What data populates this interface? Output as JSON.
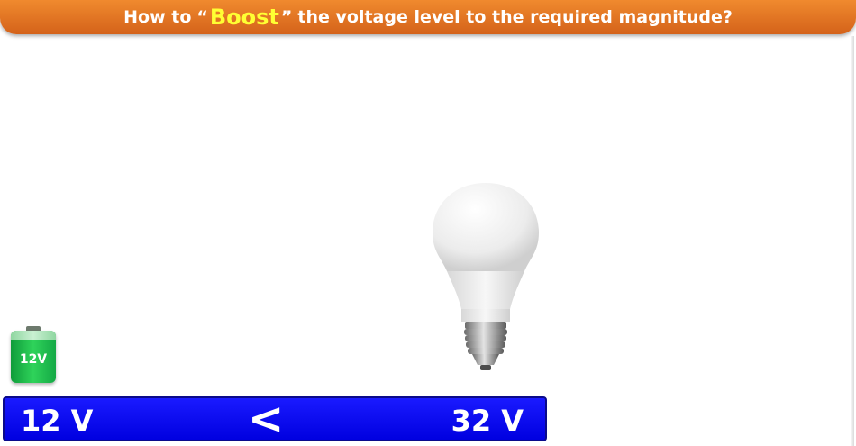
{
  "title": {
    "prefix": "How to ",
    "quote_open": "“",
    "highlight": "Boost",
    "quote_close": "”",
    "suffix": " the voltage level to the required magnitude?"
  },
  "battery": {
    "label": "12V",
    "icon": "battery-icon"
  },
  "bulb": {
    "icon": "light-bulb-icon"
  },
  "comparison": {
    "left": "12 V",
    "symbol": "<",
    "right": "32 V"
  },
  "colors": {
    "title_bg": "#e06f22",
    "highlight": "#ffff33",
    "compare_bg": "#0a0af0",
    "battery": "#1fbf4a"
  }
}
